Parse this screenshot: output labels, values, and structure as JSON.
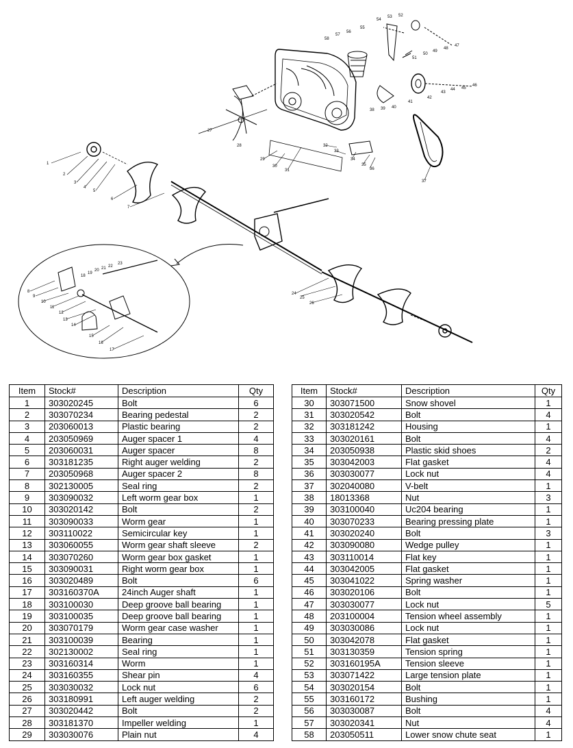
{
  "diagram": {
    "callouts": [
      "1",
      "2",
      "3",
      "4",
      "5",
      "6",
      "7",
      "8",
      "9",
      "10",
      "11",
      "12",
      "13",
      "14",
      "15",
      "16",
      "17",
      "18",
      "19",
      "20",
      "21",
      "22",
      "23",
      "24",
      "25",
      "26",
      "27",
      "28",
      "29",
      "30",
      "31",
      "32",
      "33",
      "34",
      "35",
      "36",
      "37",
      "38",
      "39",
      "40",
      "41",
      "42",
      "43",
      "44",
      "45",
      "46",
      "47",
      "48",
      "49",
      "50",
      "51",
      "52",
      "53",
      "54",
      "55",
      "56",
      "57",
      "58"
    ]
  },
  "table": {
    "headers": {
      "item": "Item",
      "stock": "Stock#",
      "description": "Description",
      "qty": "Qty"
    },
    "left": [
      {
        "item": "1",
        "stock": "303020245",
        "description": "Bolt",
        "qty": "6"
      },
      {
        "item": "2",
        "stock": "303070234",
        "description": "Bearing pedestal",
        "qty": "2"
      },
      {
        "item": "3",
        "stock": "203060013",
        "description": "Plastic bearing",
        "qty": "2"
      },
      {
        "item": "4",
        "stock": "203050969",
        "description": "Auger spacer 1",
        "qty": "4"
      },
      {
        "item": "5",
        "stock": "203060031",
        "description": "Auger spacer",
        "qty": "8"
      },
      {
        "item": "6",
        "stock": "303181235",
        "description": "Right auger welding",
        "qty": "2"
      },
      {
        "item": "7",
        "stock": "203050968",
        "description": "Auger spacer 2",
        "qty": "8"
      },
      {
        "item": "8",
        "stock": "302130005",
        "description": "Seal ring",
        "qty": "2"
      },
      {
        "item": "9",
        "stock": "303090032",
        "description": "Left worm gear box",
        "qty": "1"
      },
      {
        "item": "10",
        "stock": "303020142",
        "description": "Bolt",
        "qty": "2"
      },
      {
        "item": "11",
        "stock": "303090033",
        "description": "Worm gear",
        "qty": "1"
      },
      {
        "item": "12",
        "stock": "303110022",
        "description": "Semicircular key",
        "qty": "1"
      },
      {
        "item": "13",
        "stock": "303060055",
        "description": "Worm gear shaft sleeve",
        "qty": "2"
      },
      {
        "item": "14",
        "stock": "303070260",
        "description": "Worm gear box gasket",
        "qty": "1"
      },
      {
        "item": "15",
        "stock": "303090031",
        "description": "Right worm gear box",
        "qty": "1"
      },
      {
        "item": "16",
        "stock": "303020489",
        "description": "Bolt",
        "qty": "6"
      },
      {
        "item": "17",
        "stock": "303160370A",
        "description": "24inch Auger shaft",
        "qty": "1"
      },
      {
        "item": "18",
        "stock": "303100030",
        "description": "Deep groove ball bearing",
        "qty": "1"
      },
      {
        "item": "19",
        "stock": "303100035",
        "description": "Deep groove ball bearing",
        "qty": "1"
      },
      {
        "item": "20",
        "stock": "303070179",
        "description": "Worm gear case washer",
        "qty": "1"
      },
      {
        "item": "21",
        "stock": "303100039",
        "description": "Bearing",
        "qty": "1"
      },
      {
        "item": "22",
        "stock": "302130002",
        "description": "Seal ring",
        "qty": "1"
      },
      {
        "item": "23",
        "stock": "303160314",
        "description": "Worm",
        "qty": "1"
      },
      {
        "item": "24",
        "stock": "303160355",
        "description": "Shear pin",
        "qty": "4"
      },
      {
        "item": "25",
        "stock": "303030032",
        "description": "Lock nut",
        "qty": "6"
      },
      {
        "item": "26",
        "stock": "303180991",
        "description": "Left auger welding",
        "qty": "2"
      },
      {
        "item": "27",
        "stock": "303020442",
        "description": "Bolt",
        "qty": "2"
      },
      {
        "item": "28",
        "stock": "303181370",
        "description": "Impeller welding",
        "qty": "1"
      },
      {
        "item": "29",
        "stock": "303030076",
        "description": "Plain nut",
        "qty": "4"
      }
    ],
    "right": [
      {
        "item": "30",
        "stock": "303071500",
        "description": "Snow shovel",
        "qty": "1"
      },
      {
        "item": "31",
        "stock": "303020542",
        "description": "Bolt",
        "qty": "4"
      },
      {
        "item": "32",
        "stock": "303181242",
        "description": "Housing",
        "qty": "1"
      },
      {
        "item": "33",
        "stock": "303020161",
        "description": "Bolt",
        "qty": "4"
      },
      {
        "item": "34",
        "stock": "203050938",
        "description": "Plastic skid shoes",
        "qty": "2"
      },
      {
        "item": "35",
        "stock": "303042003",
        "description": "Flat gasket",
        "qty": "4"
      },
      {
        "item": "36",
        "stock": "303030077",
        "description": "Lock nut",
        "qty": "4"
      },
      {
        "item": "37",
        "stock": "302040080",
        "description": "V-belt",
        "qty": "1"
      },
      {
        "item": "38",
        "stock": "18013368",
        "description": "Nut",
        "qty": "3"
      },
      {
        "item": "39",
        "stock": "303100040",
        "description": "Uc204 bearing",
        "qty": "1"
      },
      {
        "item": "40",
        "stock": "303070233",
        "description": "Bearing pressing plate",
        "qty": "1"
      },
      {
        "item": "41",
        "stock": "303020240",
        "description": "Bolt",
        "qty": "3"
      },
      {
        "item": "42",
        "stock": "303090080",
        "description": "Wedge pulley",
        "qty": "1"
      },
      {
        "item": "43",
        "stock": "303110014",
        "description": "Flat key",
        "qty": "1"
      },
      {
        "item": "44",
        "stock": "303042005",
        "description": "Flat gasket",
        "qty": "1"
      },
      {
        "item": "45",
        "stock": "303041022",
        "description": "Spring washer",
        "qty": "1"
      },
      {
        "item": "46",
        "stock": "303020106",
        "description": "Bolt",
        "qty": "1"
      },
      {
        "item": "47",
        "stock": "303030077",
        "description": "Lock nut",
        "qty": "5"
      },
      {
        "item": "48",
        "stock": "203100004",
        "description": "Tension wheel assembly",
        "qty": "1"
      },
      {
        "item": "49",
        "stock": "303030086",
        "description": "Lock nut",
        "qty": "1"
      },
      {
        "item": "50",
        "stock": "303042078",
        "description": "Flat gasket",
        "qty": "1"
      },
      {
        "item": "51",
        "stock": "303130359",
        "description": "Tension spring",
        "qty": "1"
      },
      {
        "item": "52",
        "stock": "303160195A",
        "description": "Tension sleeve",
        "qty": "1"
      },
      {
        "item": "53",
        "stock": "303071422",
        "description": "Large tension  plate",
        "qty": "1"
      },
      {
        "item": "54",
        "stock": "303020154",
        "description": "Bolt",
        "qty": "1"
      },
      {
        "item": "55",
        "stock": "303160172",
        "description": "Bushing",
        "qty": "1"
      },
      {
        "item": "56",
        "stock": "303030087",
        "description": "Bolt",
        "qty": "4"
      },
      {
        "item": "57",
        "stock": "303020341",
        "description": "Nut",
        "qty": "4"
      },
      {
        "item": "58",
        "stock": "203050511",
        "description": "Lower snow chute seat",
        "qty": "1"
      }
    ]
  }
}
